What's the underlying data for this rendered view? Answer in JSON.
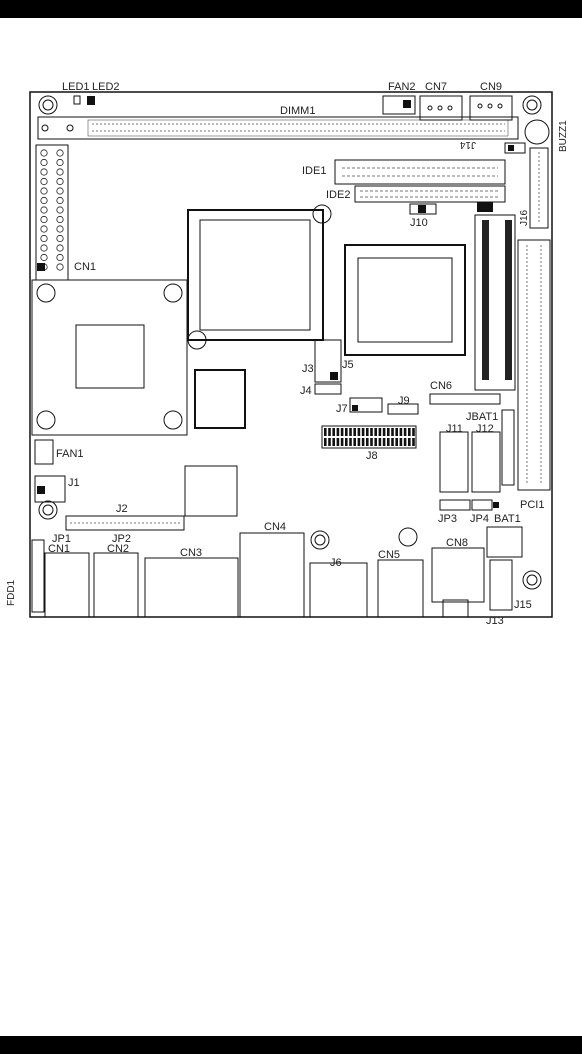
{
  "labels": {
    "led1": "LED1",
    "led2": "LED2",
    "fan2": "FAN2",
    "cn7": "CN7",
    "cn9": "CN9",
    "dimm1": "DIMM1",
    "buzz1": "BUZZ1",
    "j14": "J14",
    "ide1": "IDE1",
    "ide2": "IDE2",
    "j16": "J16",
    "j10": "J10",
    "cn1_top": "CN1",
    "j5": "J5",
    "j3": "J3",
    "j4": "J4",
    "cn6": "CN6",
    "jbat1": "JBAT1",
    "j7": "J7",
    "j9": "J9",
    "j8": "J8",
    "j11": "J11",
    "j12": "J12",
    "fan1": "FAN1",
    "j1": "J1",
    "pci1": "PCI1",
    "jp3": "JP3",
    "jp4": "JP4",
    "bat1": "BAT1",
    "j2": "J2",
    "jp1": "JP1",
    "jp2": "JP2",
    "cn4": "CN4",
    "cn1_bottom": "CN1",
    "cn2": "CN2",
    "cn3": "CN3",
    "j6": "J6",
    "cn5": "CN5",
    "cn8": "CN8",
    "fdd1": "FDD1",
    "j15": "J15",
    "j13": "J13"
  }
}
